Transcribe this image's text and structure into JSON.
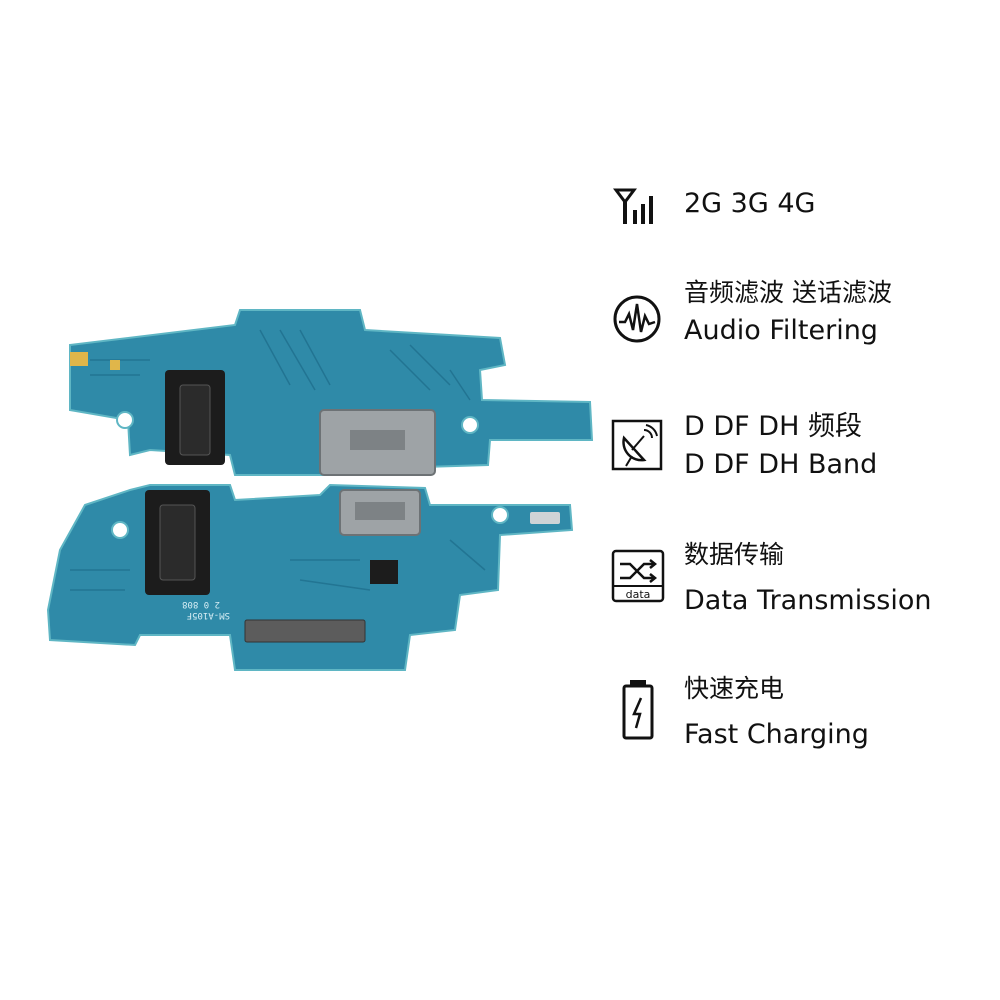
{
  "colors": {
    "pcb": "#2f8aa8",
    "pcb_dark": "#1f6f8d",
    "pcb_edge": "#5fb6c4",
    "connector_metal": "#9ea3a6",
    "jack_black": "#1c1c1c",
    "text": "#111111"
  },
  "features": [
    {
      "icon": "cell-signal-icon",
      "lines": [
        "2G 3G 4G"
      ]
    },
    {
      "icon": "audio-waveform-icon",
      "lines": [
        "音频滤波 送话滤波",
        "Audio Filtering"
      ]
    },
    {
      "icon": "satellite-dish-icon",
      "lines": [
        "D DF DH 频段",
        "D DF DH Band"
      ]
    },
    {
      "icon": "data-transfer-icon",
      "icon_label": "data",
      "lines": [
        "数据传输",
        "Data Transmission"
      ]
    },
    {
      "icon": "battery-charging-icon",
      "lines": [
        "快速充电",
        "Fast Charging"
      ]
    }
  ],
  "pcb_markings": [
    "2 0 808",
    "SM-A105F"
  ]
}
